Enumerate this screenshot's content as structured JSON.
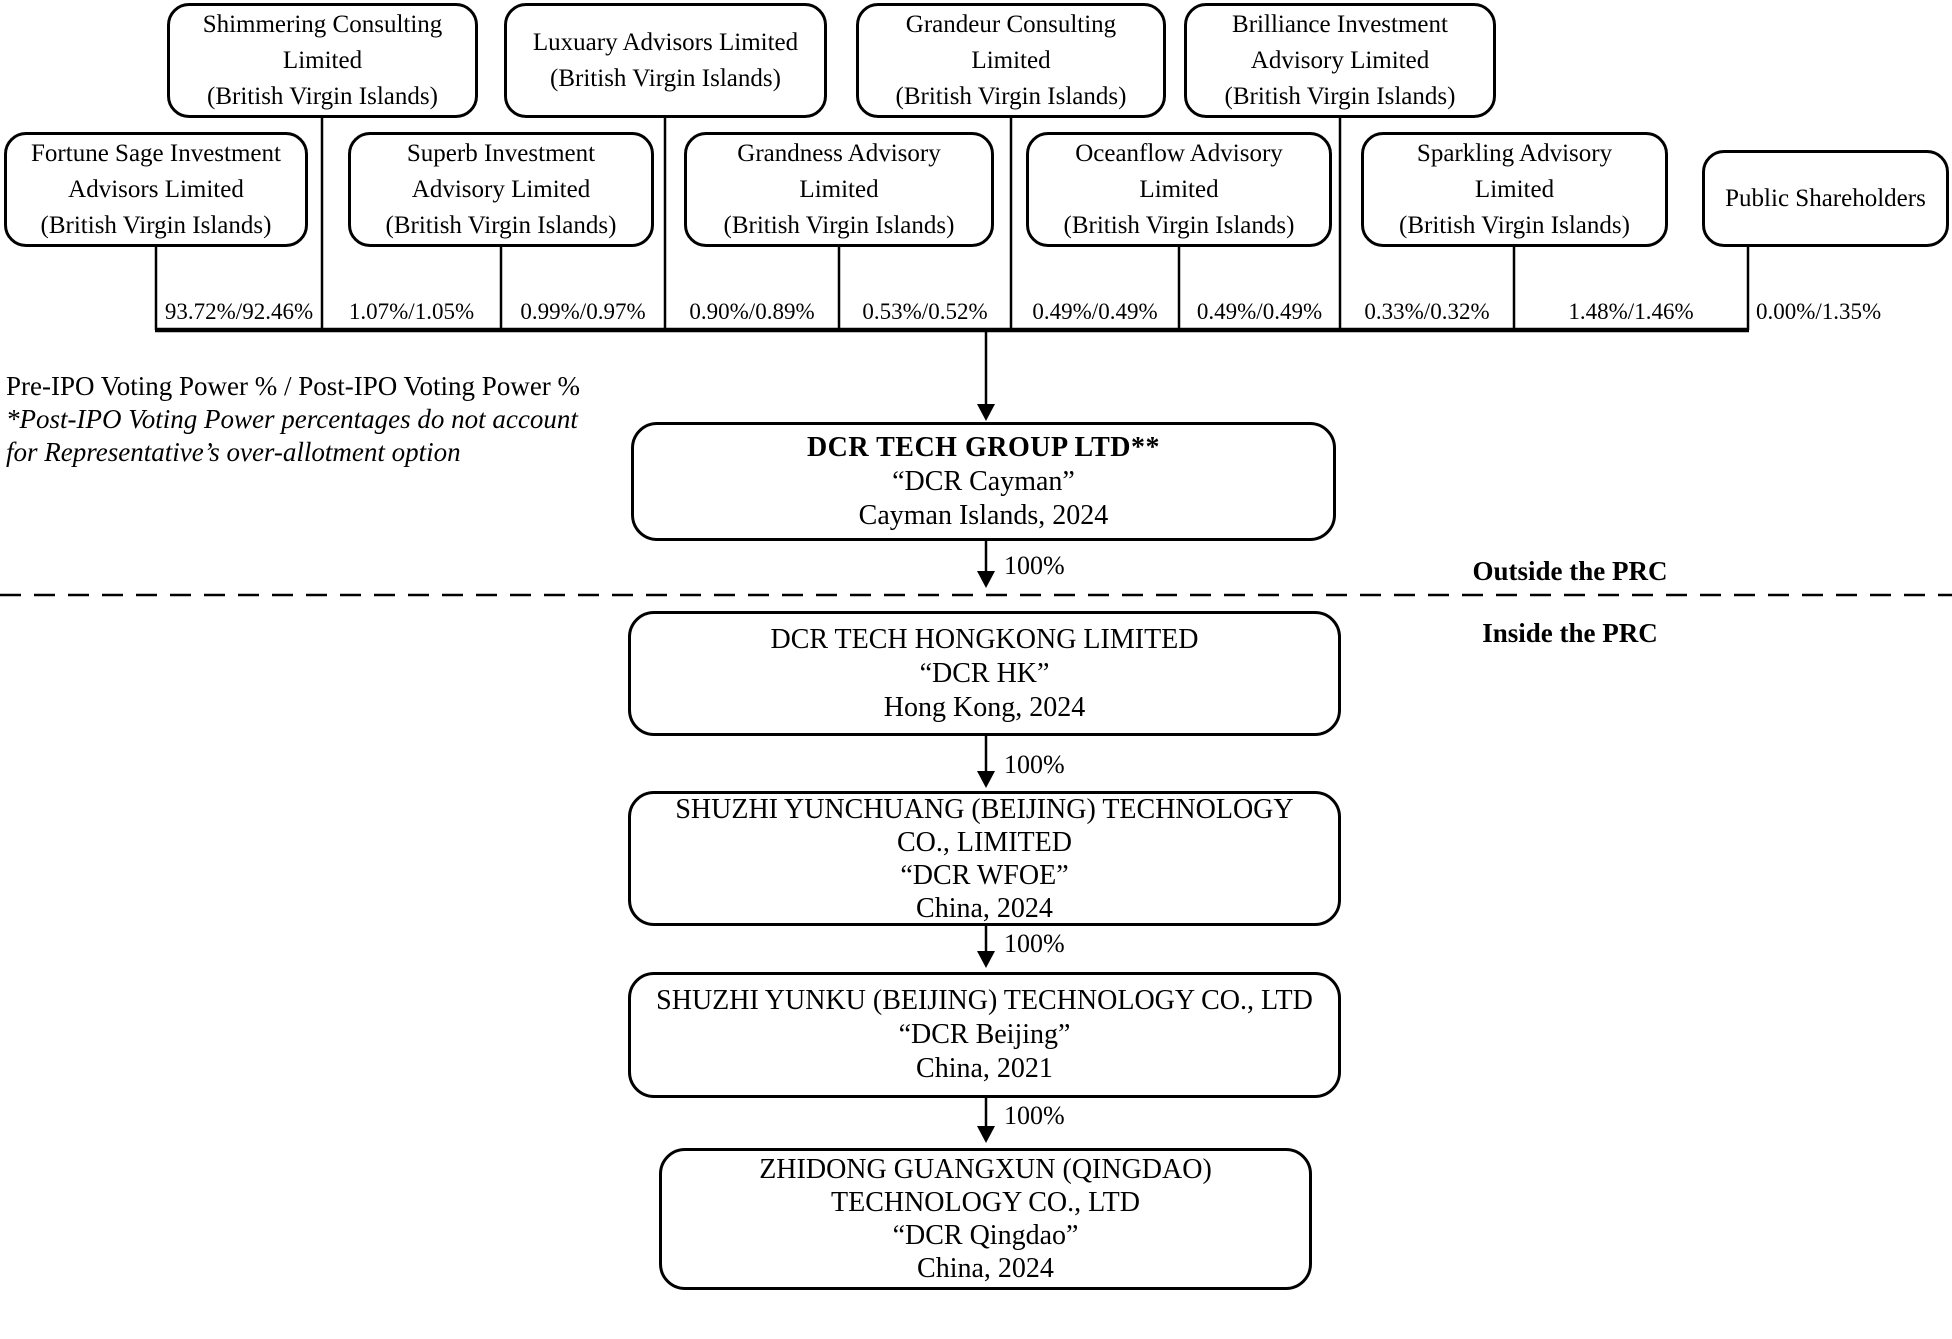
{
  "colors": {
    "ink": "#000000",
    "background": "#ffffff"
  },
  "upper_shareholders": [
    {
      "lines": [
        "Shimmering Consulting",
        "Limited",
        "(British Virgin Islands)"
      ]
    },
    {
      "lines": [
        "Luxuary Advisors Limited",
        "(British Virgin Islands)"
      ]
    },
    {
      "lines": [
        "Grandeur Consulting",
        "Limited",
        "(British Virgin Islands)"
      ]
    },
    {
      "lines": [
        "Brilliance Investment",
        "Advisory Limited",
        "(British Virgin Islands)"
      ]
    }
  ],
  "lower_shareholders": [
    {
      "lines": [
        "Fortune Sage Investment",
        "Advisors Limited",
        "(British Virgin Islands)"
      ]
    },
    {
      "lines": [
        "Superb Investment",
        "Advisory Limited",
        "(British Virgin Islands)"
      ]
    },
    {
      "lines": [
        "Grandness Advisory",
        "Limited",
        "(British Virgin Islands)"
      ]
    },
    {
      "lines": [
        "Oceanflow Advisory",
        "Limited",
        "(British Virgin Islands)"
      ]
    },
    {
      "lines": [
        "Sparkling Advisory",
        "Limited",
        "(British Virgin Islands)"
      ]
    },
    {
      "lines": [
        "Public Shareholders"
      ]
    }
  ],
  "voting_powers": [
    "93.72%/92.46%",
    "1.07%/1.05%",
    "0.99%/0.97%",
    "0.90%/0.89%",
    "0.53%/0.52%",
    "0.49%/0.49%",
    "0.49%/0.49%",
    "0.33%/0.32%",
    "1.48%/1.46%",
    "0.00%/1.35%"
  ],
  "note": {
    "line1": "Pre-IPO Voting Power % / Post-IPO Voting Power %",
    "line2": "*Post-IPO Voting Power percentages do not account",
    "line3": "for Representative’s over-allotment option"
  },
  "regions": {
    "outside": "Outside the PRC",
    "inside": "Inside the PRC"
  },
  "ownership_pct": "100%",
  "chain": [
    {
      "lines": [
        "DCR TECH GROUP LTD**",
        "“DCR Cayman”",
        "Cayman Islands, 2024"
      ]
    },
    {
      "lines": [
        "DCR TECH HONGKONG LIMITED",
        "“DCR HK”",
        "Hong Kong, 2024"
      ]
    },
    {
      "lines": [
        "SHUZHI YUNCHUANG (BEIJING) TECHNOLOGY",
        "CO., LIMITED",
        "“DCR WFOE”",
        "China, 2024"
      ]
    },
    {
      "lines": [
        "SHUZHI YUNKU (BEIJING) TECHNOLOGY CO., LTD",
        "“DCR Beijing”",
        "China, 2021"
      ]
    },
    {
      "lines": [
        "ZHIDONG GUANGXUN (QINGDAO)",
        "TECHNOLOGY CO., LTD",
        "“DCR Qingdao”",
        "China, 2024"
      ]
    }
  ]
}
